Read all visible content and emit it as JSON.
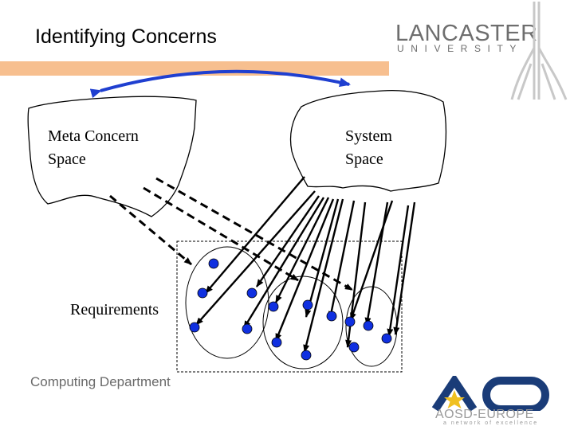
{
  "slide": {
    "title": "Identifying Concerns",
    "footer": "Computing Department"
  },
  "logo": {
    "university_name": "LANCASTER",
    "university_sub": "UNIVERSITY",
    "network_name": "AOSD-EUROPE",
    "network_tagline": "a network of excellence"
  },
  "diagram": {
    "meta_label": "Meta Concern\nSpace",
    "system_label": "System\nSpace",
    "requirements_label": "Requirements"
  },
  "colors": {
    "accent_bar": "#f7bf8f",
    "bidirectional_arrow": "#1f3fd0",
    "requirement_dot": "#1030e0",
    "aosd_blue": "#1a3c78",
    "aosd_star": "#f0c020"
  }
}
